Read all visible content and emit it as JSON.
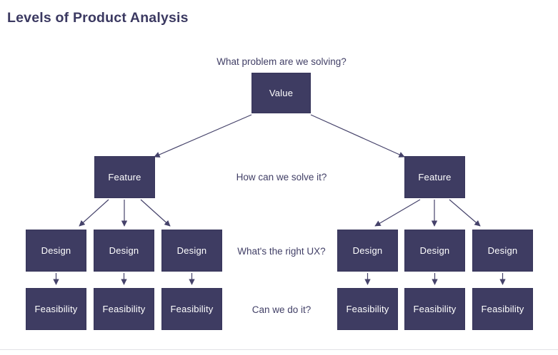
{
  "title": "Levels of Product Analysis",
  "levels": [
    {
      "name": "value",
      "label": "Value",
      "question": "What problem are we solving?",
      "count": 1
    },
    {
      "name": "feature",
      "label": "Feature",
      "question": "How can we solve it?",
      "count": 2
    },
    {
      "name": "design",
      "label": "Design",
      "question": "What's the right UX?",
      "count": 6
    },
    {
      "name": "feasibility",
      "label": "Feasibility",
      "question": "Can we do it?",
      "count": 6
    }
  ],
  "colors": {
    "node_fill": "#3e3c62",
    "node_border": "#37355a",
    "node_text": "#ffffff",
    "heading_text": "#3b3961",
    "question_text": "#413f66",
    "arrow": "#45426a",
    "divider": "#e2e2e6",
    "background": "#ffffff"
  }
}
